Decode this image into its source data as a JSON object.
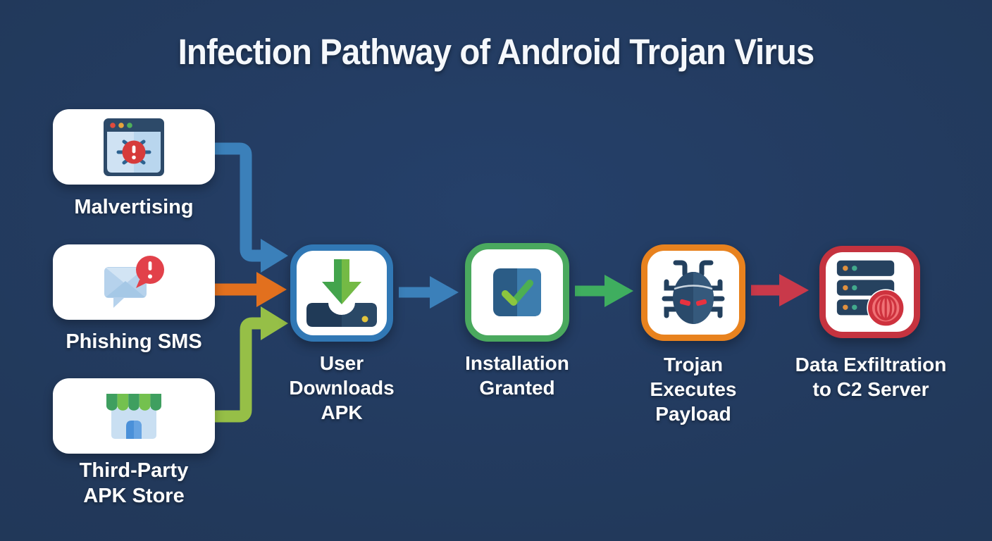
{
  "title": "Infection Pathway of Android Trojan Virus",
  "background_color": "#22395b",
  "sources": [
    {
      "label_lines": [
        "Malvertising"
      ],
      "icon": "browser-malware-icon"
    },
    {
      "label_lines": [
        "Phishing SMS"
      ],
      "icon": "sms-alert-icon"
    },
    {
      "label_lines": [
        "Third-Party",
        "APK Store"
      ],
      "icon": "storefront-icon"
    }
  ],
  "stages": [
    {
      "label_lines": [
        "User",
        "Downloads",
        "APK"
      ],
      "icon": "apk-download-icon",
      "accent_color": "#3178b5"
    },
    {
      "label_lines": [
        "Installation",
        "Granted"
      ],
      "icon": "permission-check-icon",
      "accent_color": "#4aa95e"
    },
    {
      "label_lines": [
        "Trojan",
        "Executes",
        "Payload"
      ],
      "icon": "trojan-bug-icon",
      "accent_color": "#e8821e"
    },
    {
      "label_lines": [
        "Data Exfiltration",
        "to C2 Server"
      ],
      "icon": "c2-server-icon",
      "accent_color": "#c5333f"
    }
  ],
  "connectors": [
    {
      "from": "Malvertising",
      "to": "User Downloads APK",
      "color": "#3b80ba",
      "shape": "elbow-down"
    },
    {
      "from": "Phishing SMS",
      "to": "User Downloads APK",
      "color": "#e2701e",
      "shape": "straight"
    },
    {
      "from": "Third-Party APK Store",
      "to": "User Downloads APK",
      "color": "#96bf47",
      "shape": "elbow-up"
    },
    {
      "from": "User Downloads APK",
      "to": "Installation Granted",
      "color": "#3b80ba",
      "shape": "straight"
    },
    {
      "from": "Installation Granted",
      "to": "Trojan Executes Payload",
      "color": "#3fae5f",
      "shape": "straight"
    },
    {
      "from": "Trojan Executes Payload",
      "to": "Data Exfiltration to C2 Server",
      "color": "#c9394a",
      "shape": "straight"
    }
  ]
}
